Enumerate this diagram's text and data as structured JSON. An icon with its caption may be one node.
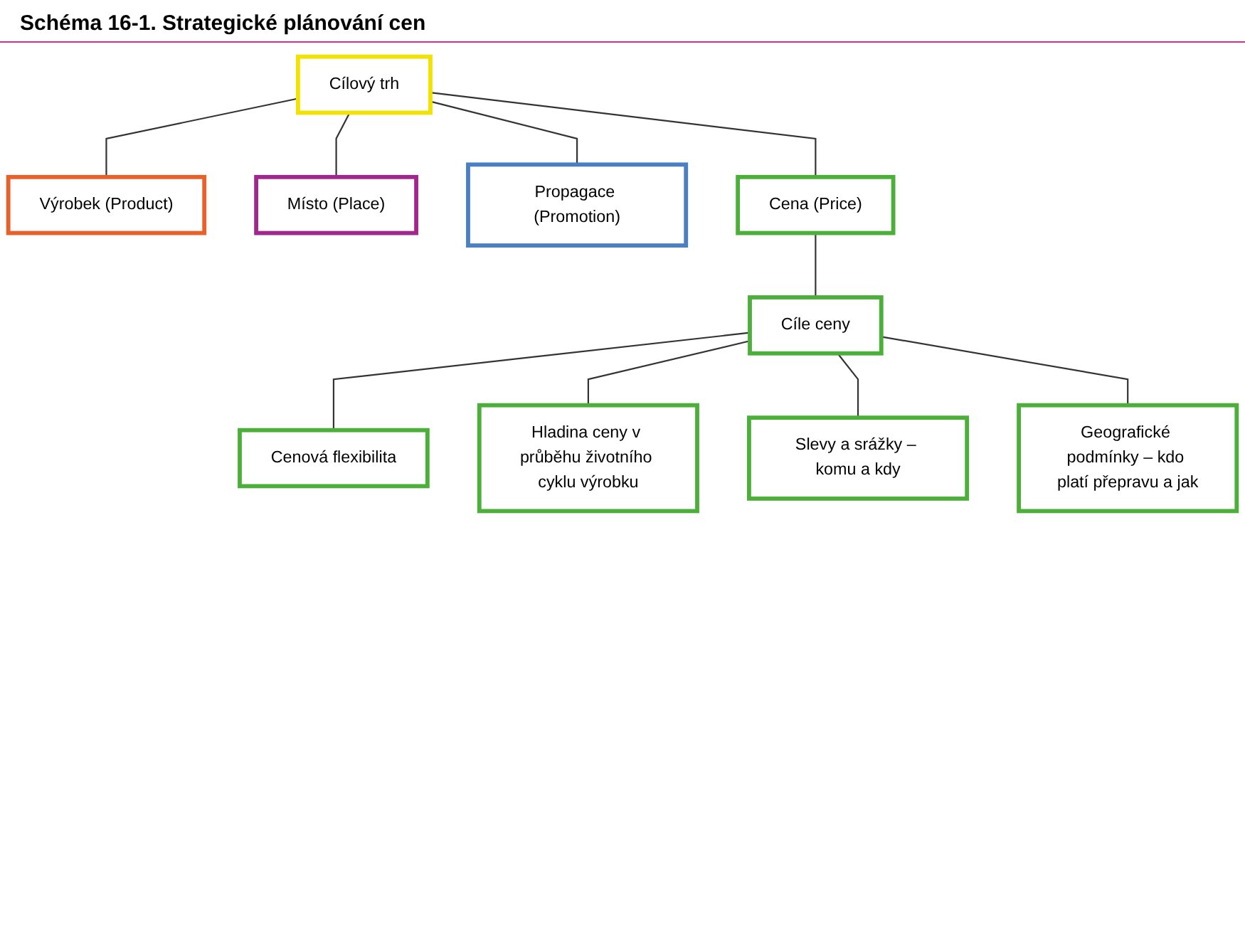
{
  "diagram": {
    "title": "Schéma 16-1. Strategické plánování cen",
    "nodes": [
      {
        "text": [
          "Cílový trh"
        ]
      },
      {
        "text": [
          "Výrobek (Product)"
        ]
      },
      {
        "text": [
          "Místo (Place)"
        ]
      },
      {
        "text": [
          "Propagace (Promotion)"
        ]
      },
      {
        "text": [
          "Cena (Price)"
        ]
      },
      {
        "text": [
          "Cíle ceny"
        ]
      },
      {
        "text": [
          "Cenová flexibilita"
        ]
      },
      {
        "text": [
          "Hladina ceny v průběhu životního cyklu výrobku"
        ]
      },
      {
        "text": [
          "Slevy a srážky – komu a kdy"
        ]
      },
      {
        "text": [
          "Geografické podmínky – kdo platí přepravu a jak"
        ]
      }
    ],
    "edges": [
      {
        "from": 0,
        "to": 1,
        "arrow": "none"
      },
      {
        "from": 0,
        "to": 2,
        "arrow": "none"
      },
      {
        "from": 0,
        "to": 3,
        "arrow": "none"
      },
      {
        "from": 0,
        "to": 4,
        "arrow": "none"
      },
      {
        "from": 4,
        "to": 5,
        "arrow": "none"
      },
      {
        "from": 5,
        "to": 6,
        "arrow": "none"
      },
      {
        "from": 5,
        "to": 7,
        "arrow": "none"
      },
      {
        "from": 5,
        "to": 8,
        "arrow": "none"
      },
      {
        "from": 5,
        "to": 9,
        "arrow": "none"
      }
    ]
  }
}
